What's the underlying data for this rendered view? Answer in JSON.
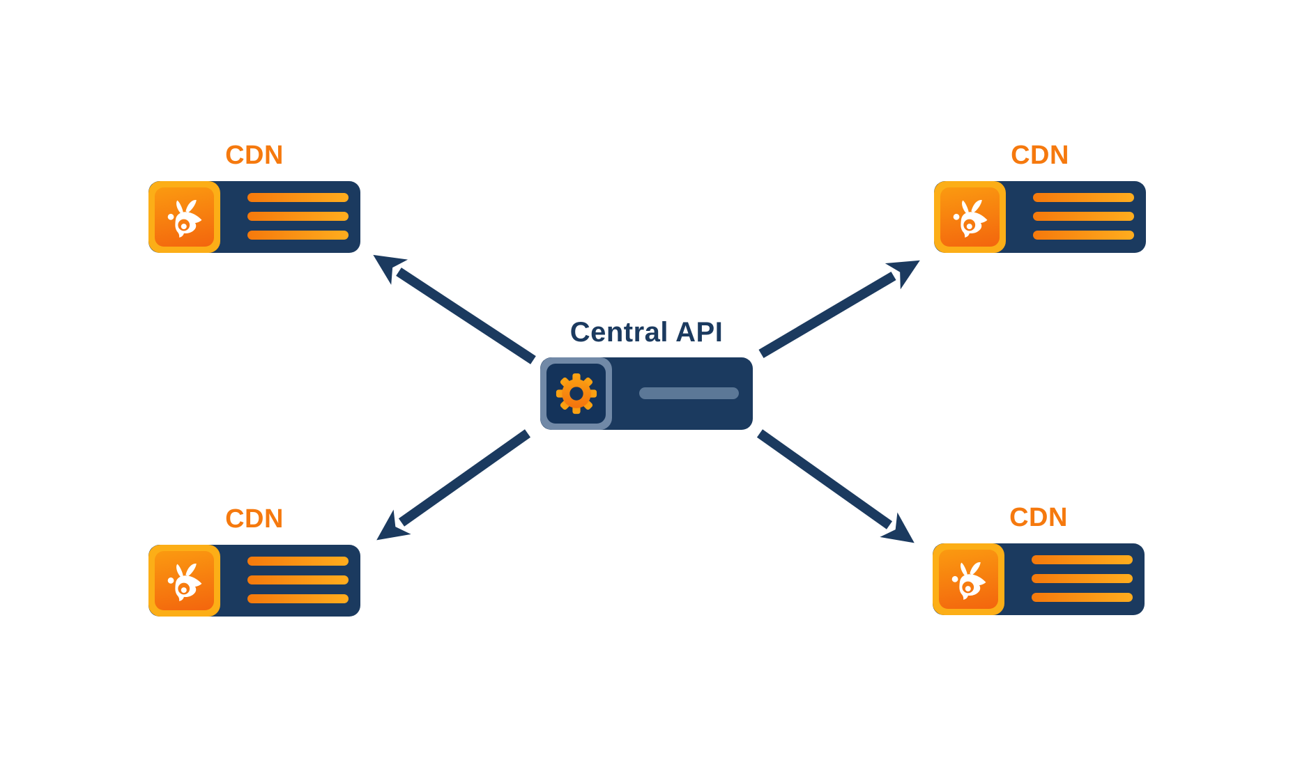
{
  "diagram": {
    "background": "#ffffff",
    "center_node": {
      "label": "Central API",
      "icon": "gear-icon"
    },
    "cdn_nodes": {
      "top_left": {
        "label": "CDN",
        "icon": "bunny-icon",
        "bar_count": 3
      },
      "top_right": {
        "label": "CDN",
        "icon": "bunny-icon",
        "bar_count": 3
      },
      "bottom_left": {
        "label": "CDN",
        "icon": "bunny-icon",
        "bar_count": 3
      },
      "bottom_right": {
        "label": "CDN",
        "icon": "bunny-icon",
        "bar_count": 3
      }
    },
    "connections": [
      {
        "from": "central-api",
        "to": "cdn-top-left"
      },
      {
        "from": "central-api",
        "to": "cdn-top-right"
      },
      {
        "from": "central-api",
        "to": "cdn-bottom-left"
      },
      {
        "from": "central-api",
        "to": "cdn-bottom-right"
      }
    ],
    "colors": {
      "navy": "#1b3a5f",
      "cdn_label_orange": "#f5790e",
      "amber_frame": "#fcae17",
      "orange_tile_top": "#fb9a10",
      "orange_tile_bottom": "#f3650e",
      "bar_gradient_start": "#f5790c",
      "bar_gradient_end": "#ffad1e",
      "slate_frame": "#7189a7",
      "center_inner_navy": "#14335a",
      "center_bar": "#5c7897",
      "gear_top": "#fca613",
      "gear_bottom": "#f2690c",
      "arrow": "#1b3a5f"
    }
  }
}
